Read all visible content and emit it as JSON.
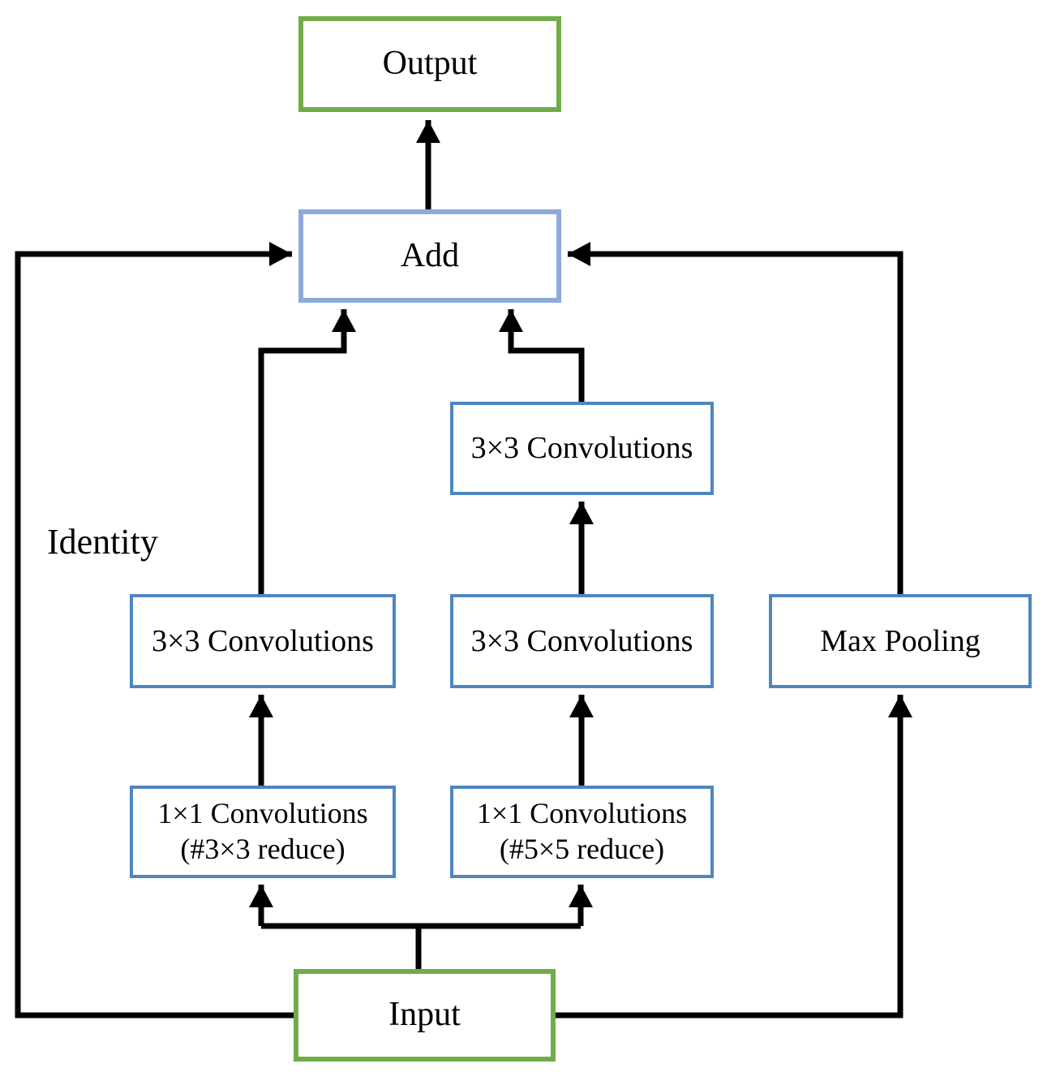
{
  "diagram": {
    "type": "neural-network-block-diagram",
    "identity_label": "Identity",
    "nodes": {
      "output": {
        "label": "Output",
        "border_color": "#70AD47"
      },
      "add": {
        "label": "Add",
        "border_color": "#8EAADB"
      },
      "conv3_top": {
        "label": "3×3 Convolutions",
        "border_color": "#4D87BE"
      },
      "conv3_left": {
        "label": "3×3 Convolutions",
        "border_color": "#4D87BE"
      },
      "conv3_mid": {
        "label": "3×3 Convolutions",
        "border_color": "#4D87BE"
      },
      "max_pooling": {
        "label": "Max Pooling",
        "border_color": "#4D87BE"
      },
      "conv1_left": {
        "label_line1": "1×1 Convolutions",
        "label_line2": "(#3×3 reduce)",
        "border_color": "#4D87BE"
      },
      "conv1_mid": {
        "label_line1": "1×1 Convolutions",
        "label_line2": "(#5×5 reduce)",
        "border_color": "#4D87BE"
      },
      "input": {
        "label": "Input",
        "border_color": "#70AD47"
      }
    },
    "edges": [
      {
        "from": "add",
        "to": "output"
      },
      {
        "from": "input",
        "to": "add",
        "via": "identity-skip-connection-left"
      },
      {
        "from": "max_pooling",
        "to": "add",
        "via": "right-side"
      },
      {
        "from": "conv3_left",
        "to": "add",
        "via": "elbow"
      },
      {
        "from": "conv3_top",
        "to": "add",
        "via": "elbow"
      },
      {
        "from": "input",
        "to": "conv1_left"
      },
      {
        "from": "input",
        "to": "conv1_mid"
      },
      {
        "from": "input",
        "to": "max_pooling",
        "via": "right-loop"
      },
      {
        "from": "conv1_left",
        "to": "conv3_left"
      },
      {
        "from": "conv1_mid",
        "to": "conv3_mid"
      },
      {
        "from": "conv3_mid",
        "to": "conv3_top"
      }
    ],
    "colors": {
      "background": "#FFFFFF",
      "green_border": "#70AD47",
      "light_blue_border": "#8EAADB",
      "blue_border": "#4D87BE",
      "arrow": "#000000",
      "text": "#000000"
    }
  }
}
